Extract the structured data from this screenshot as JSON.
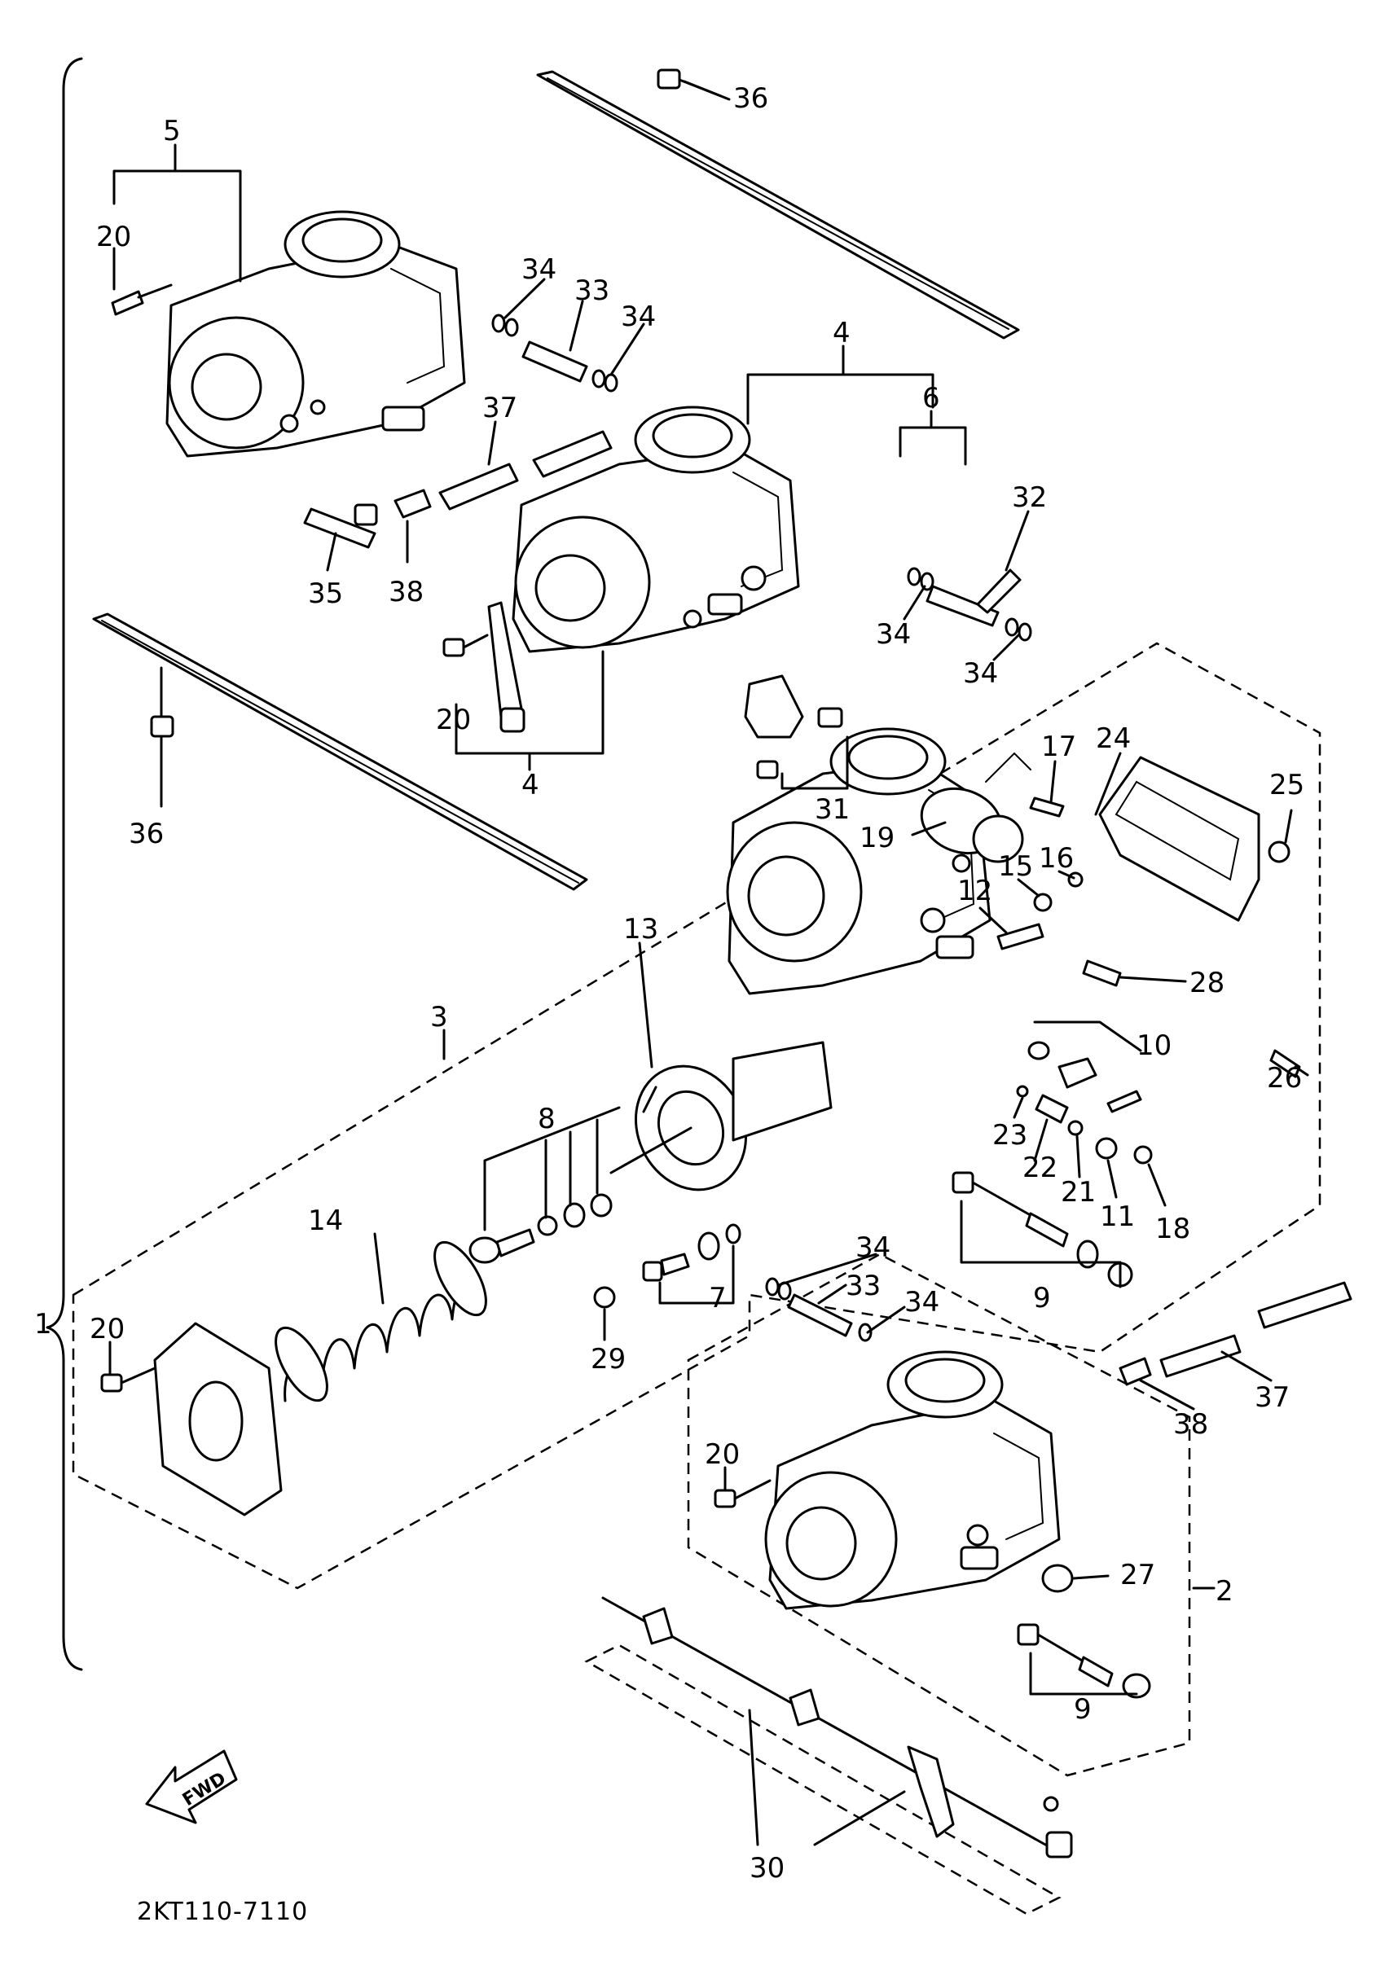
{
  "callouts": {
    "c1": "1",
    "c2": "2",
    "c3": "3",
    "c4a": "4",
    "c4b": "4",
    "c5": "5",
    "c6": "6",
    "c7": "7",
    "c8": "8",
    "c9a": "9",
    "c9b": "9",
    "c10": "10",
    "c11": "11",
    "c12": "12",
    "c13": "13",
    "c14": "14",
    "c15": "15",
    "c16": "16",
    "c17": "17",
    "c18": "18",
    "c19": "19",
    "c20a": "20",
    "c20b": "20",
    "c20c": "20",
    "c20d": "20",
    "c21": "21",
    "c22": "22",
    "c23": "23",
    "c24": "24",
    "c25": "25",
    "c26": "26",
    "c27": "27",
    "c28": "28",
    "c29": "29",
    "c30": "30",
    "c31": "31",
    "c32": "32",
    "c33a": "33",
    "c33b": "33",
    "c34a": "34",
    "c34b": "34",
    "c34c": "34",
    "c34d": "34",
    "c34e": "34",
    "c34f": "34",
    "c35": "35",
    "c36a": "36",
    "c36b": "36",
    "c37a": "37",
    "c37b": "37",
    "c38a": "38",
    "c38b": "38"
  },
  "fwd_label": "FWD",
  "diagram_code": "2KT110-7110"
}
